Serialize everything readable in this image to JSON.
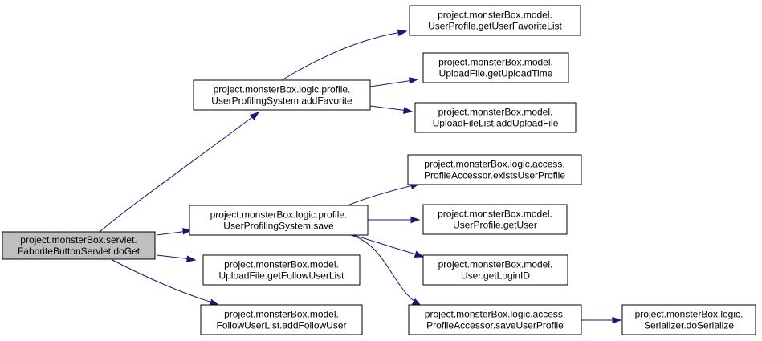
{
  "nodes": [
    {
      "id": "n0",
      "lines": [
        "project.monsterBox.servlet.",
        "FaboriteButtonServlet.doGet"
      ],
      "root": true
    },
    {
      "id": "n1",
      "lines": [
        "project.monsterBox.logic.profile.",
        "UserProfilingSystem.addFavorite"
      ]
    },
    {
      "id": "n2",
      "lines": [
        "project.monsterBox.logic.profile.",
        "UserProfilingSystem.save"
      ]
    },
    {
      "id": "n3",
      "lines": [
        "project.monsterBox.model.",
        "UploadFile.getFollowUserList"
      ]
    },
    {
      "id": "n4",
      "lines": [
        "project.monsterBox.model.",
        "FollowUserList.addFollowUser"
      ]
    },
    {
      "id": "n5",
      "lines": [
        "project.monsterBox.model.",
        "UserProfile.getUserFavoriteList"
      ]
    },
    {
      "id": "n6",
      "lines": [
        "project.monsterBox.model.",
        "UploadFile.getUploadTime"
      ]
    },
    {
      "id": "n7",
      "lines": [
        "project.monsterBox.model.",
        "UploadFileList.addUploadFile"
      ]
    },
    {
      "id": "n8",
      "lines": [
        "project.monsterBox.logic.access.",
        "ProfileAccessor.existsUserProfile"
      ]
    },
    {
      "id": "n9",
      "lines": [
        "project.monsterBox.model.",
        "UserProfile.getUser"
      ]
    },
    {
      "id": "n10",
      "lines": [
        "project.monsterBox.model.",
        "User.getLoginID"
      ]
    },
    {
      "id": "n11",
      "lines": [
        "project.monsterBox.logic.access.",
        "ProfileAccessor.saveUserProfile"
      ]
    },
    {
      "id": "n12",
      "lines": [
        "project.monsterBox.logic.",
        "Serializer.doSerialize"
      ]
    }
  ],
  "edges": [
    {
      "from": "n0",
      "to": "n1"
    },
    {
      "from": "n0",
      "to": "n2"
    },
    {
      "from": "n0",
      "to": "n3"
    },
    {
      "from": "n0",
      "to": "n4"
    },
    {
      "from": "n1",
      "to": "n5"
    },
    {
      "from": "n1",
      "to": "n6"
    },
    {
      "from": "n1",
      "to": "n7"
    },
    {
      "from": "n2",
      "to": "n8"
    },
    {
      "from": "n2",
      "to": "n9"
    },
    {
      "from": "n2",
      "to": "n10"
    },
    {
      "from": "n2",
      "to": "n11"
    },
    {
      "from": "n11",
      "to": "n12"
    }
  ],
  "colors": {
    "edge": "#191970",
    "root_fill": "#bfbfbf",
    "node_fill": "#ffffff",
    "border": "#000000"
  }
}
